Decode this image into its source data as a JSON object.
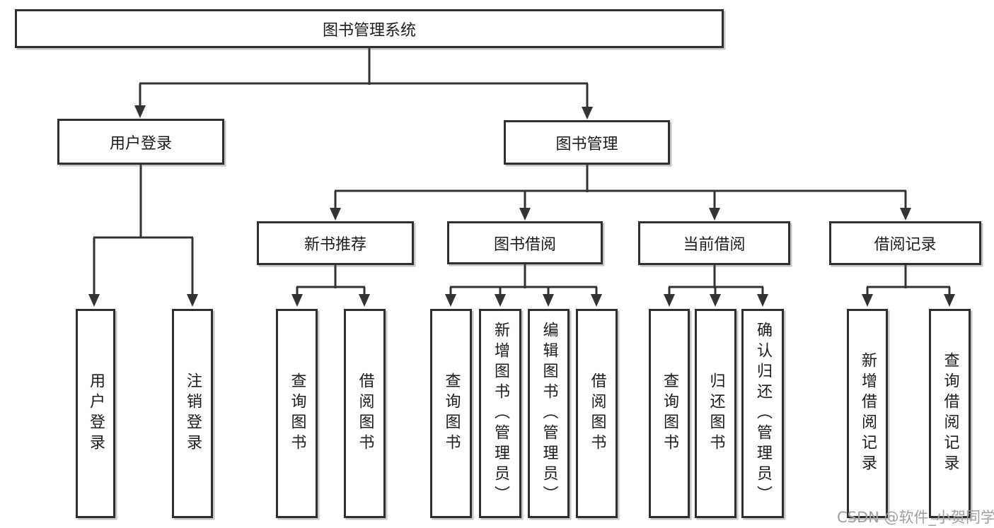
{
  "tree": {
    "root": "图书管理系统",
    "user": {
      "label": "用户登录",
      "children": [
        "用户登录",
        "注销登录"
      ]
    },
    "mgmt": {
      "label": "图书管理",
      "sections": [
        {
          "label": "新书推荐",
          "children": [
            "查询图书",
            "借阅图书"
          ]
        },
        {
          "label": "图书借阅",
          "children": [
            "查询图书",
            "新增图书（管理员）",
            "编辑图书（管理员）",
            "借阅图书"
          ]
        },
        {
          "label": "当前借阅",
          "children": [
            "查询图书",
            "归还图书",
            "确认归还（管理员）"
          ]
        },
        {
          "label": "借阅记录",
          "children": [
            "新增借阅记录",
            "查询借阅记录"
          ]
        }
      ]
    }
  },
  "watermark": "CSDN @软件_小贺同学",
  "colors": {
    "line": "#333333",
    "border": "#2f2f2f",
    "text": "#1c1c1c",
    "watermark": "#a0a0a0",
    "background": "#ffffff"
  }
}
